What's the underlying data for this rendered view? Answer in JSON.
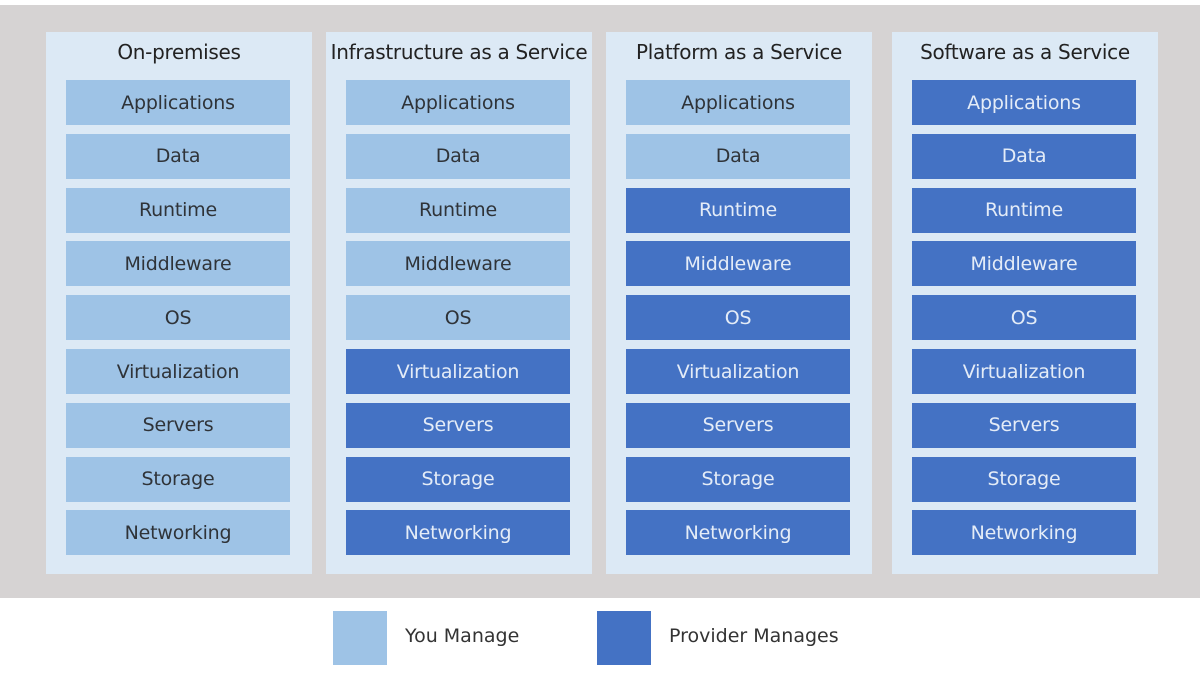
{
  "columns": [
    {
      "title": "On-premises",
      "layers": [
        {
          "label": "Applications",
          "managed_by": "you"
        },
        {
          "label": "Data",
          "managed_by": "you"
        },
        {
          "label": "Runtime",
          "managed_by": "you"
        },
        {
          "label": "Middleware",
          "managed_by": "you"
        },
        {
          "label": "OS",
          "managed_by": "you"
        },
        {
          "label": "Virtualization",
          "managed_by": "you"
        },
        {
          "label": "Servers",
          "managed_by": "you"
        },
        {
          "label": "Storage",
          "managed_by": "you"
        },
        {
          "label": "Networking",
          "managed_by": "you"
        }
      ]
    },
    {
      "title": "Infrastructure as a Service",
      "layers": [
        {
          "label": "Applications",
          "managed_by": "you"
        },
        {
          "label": "Data",
          "managed_by": "you"
        },
        {
          "label": "Runtime",
          "managed_by": "you"
        },
        {
          "label": "Middleware",
          "managed_by": "you"
        },
        {
          "label": "OS",
          "managed_by": "you"
        },
        {
          "label": "Virtualization",
          "managed_by": "provider"
        },
        {
          "label": "Servers",
          "managed_by": "provider"
        },
        {
          "label": "Storage",
          "managed_by": "provider"
        },
        {
          "label": "Networking",
          "managed_by": "provider"
        }
      ]
    },
    {
      "title": "Platform as a Service",
      "layers": [
        {
          "label": "Applications",
          "managed_by": "you"
        },
        {
          "label": "Data",
          "managed_by": "you"
        },
        {
          "label": "Runtime",
          "managed_by": "provider"
        },
        {
          "label": "Middleware",
          "managed_by": "provider"
        },
        {
          "label": "OS",
          "managed_by": "provider"
        },
        {
          "label": "Virtualization",
          "managed_by": "provider"
        },
        {
          "label": "Servers",
          "managed_by": "provider"
        },
        {
          "label": "Storage",
          "managed_by": "provider"
        },
        {
          "label": "Networking",
          "managed_by": "provider"
        }
      ]
    },
    {
      "title": "Software as a Service",
      "layers": [
        {
          "label": "Applications",
          "managed_by": "provider"
        },
        {
          "label": "Data",
          "managed_by": "provider"
        },
        {
          "label": "Runtime",
          "managed_by": "provider"
        },
        {
          "label": "Middleware",
          "managed_by": "provider"
        },
        {
          "label": "OS",
          "managed_by": "provider"
        },
        {
          "label": "Virtualization",
          "managed_by": "provider"
        },
        {
          "label": "Servers",
          "managed_by": "provider"
        },
        {
          "label": "Storage",
          "managed_by": "provider"
        },
        {
          "label": "Networking",
          "managed_by": "provider"
        }
      ]
    }
  ],
  "legend": {
    "you_label": "You Manage",
    "provider_label": "Provider Manages"
  },
  "colors": {
    "you_manage": "#9ec3e6",
    "provider_manages": "#4472c4",
    "column_background": "#dce9f5",
    "frame_background": "#d6d3d3"
  }
}
